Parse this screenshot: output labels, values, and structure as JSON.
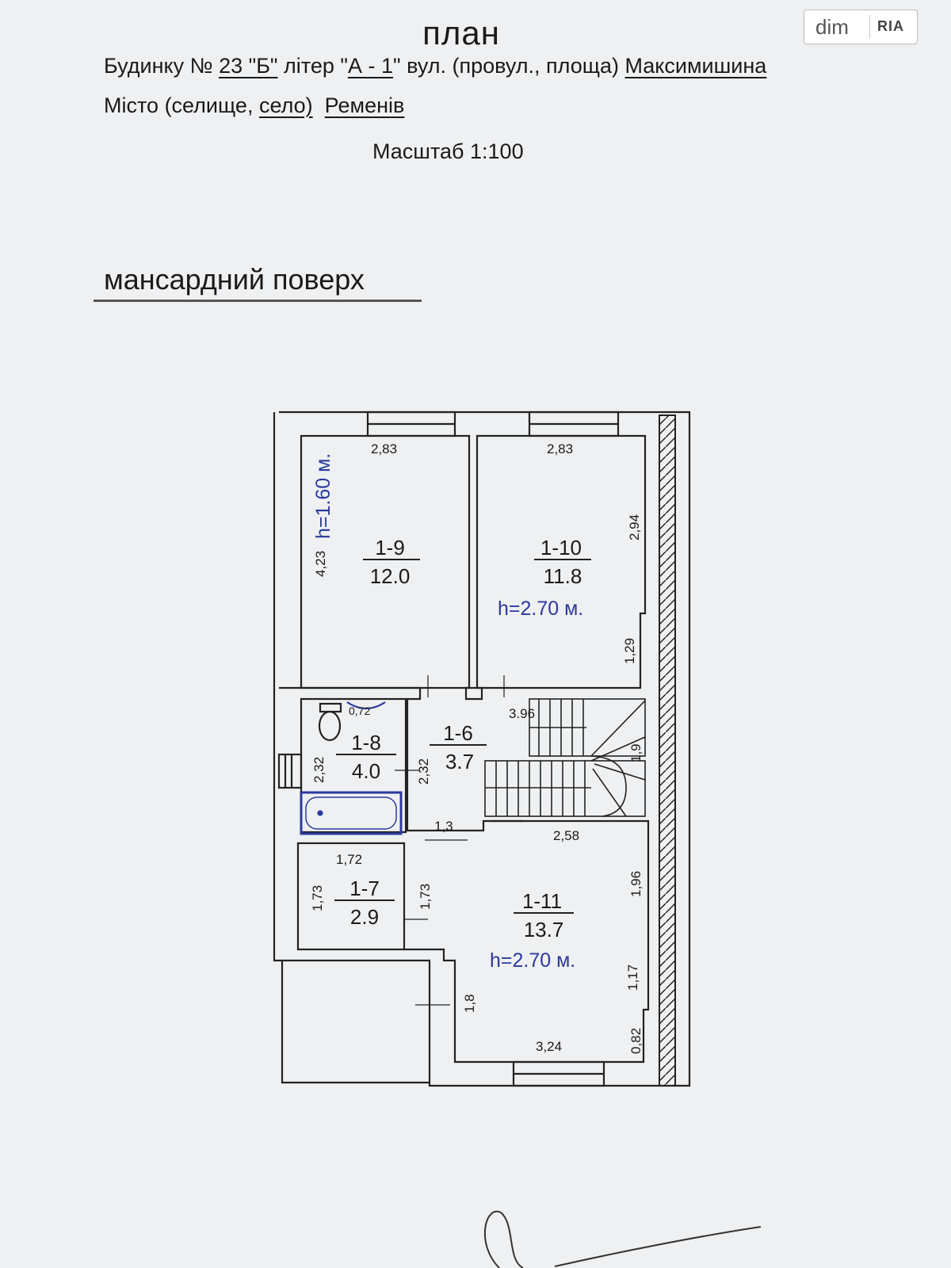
{
  "header": {
    "title": "план",
    "line1_prefix": "Будинку №",
    "house_number": "23 \"Б\"",
    "line1_mid": "літер \"",
    "liter": "А - 1",
    "line1_suffix": "\" вул. (провул., площа)",
    "street": "Максимишина",
    "line2_prefix": "Місто (селище,",
    "line2_selo": "село)",
    "city": "Ременів",
    "scale": "Масштаб 1:100",
    "floor": "мансардний поверх"
  },
  "logo": {
    "text_left": "dim",
    "text_right": "RIA"
  },
  "rooms": [
    {
      "id": "room-1-9",
      "label": "1-9",
      "area": "12.0"
    },
    {
      "id": "room-1-10",
      "label": "1-10",
      "area": "11.8"
    },
    {
      "id": "room-1-8",
      "label": "1-8",
      "area": "4.0"
    },
    {
      "id": "room-1-6",
      "label": "1-6",
      "area": "3.7"
    },
    {
      "id": "room-1-7",
      "label": "1-7",
      "area": "2.9"
    },
    {
      "id": "room-1-11",
      "label": "1-11",
      "area": "13.7"
    }
  ],
  "heights": {
    "room_1_9": "h=1.60 м.",
    "room_1_10": "h=2.70 м.",
    "room_1_11": "h=2.70 м."
  },
  "dimensions": {
    "d_283_left": "2,83",
    "d_283_right": "2,83",
    "d_423": "4,23",
    "d_294": "2,94",
    "d_129": "1,29",
    "d_396": "3.96",
    "d_072": "0,72",
    "d_232_a": "2,32",
    "d_232_b": "2,32",
    "d_19": "1,9",
    "d_13": "1,3",
    "d_258": "2,58",
    "d_172": "1,72",
    "d_173_a": "1,73",
    "d_173_b": "1,73",
    "d_196": "1,96",
    "d_117": "1,17",
    "d_18": "1,8",
    "d_082": "0,82",
    "d_324": "3,24"
  }
}
